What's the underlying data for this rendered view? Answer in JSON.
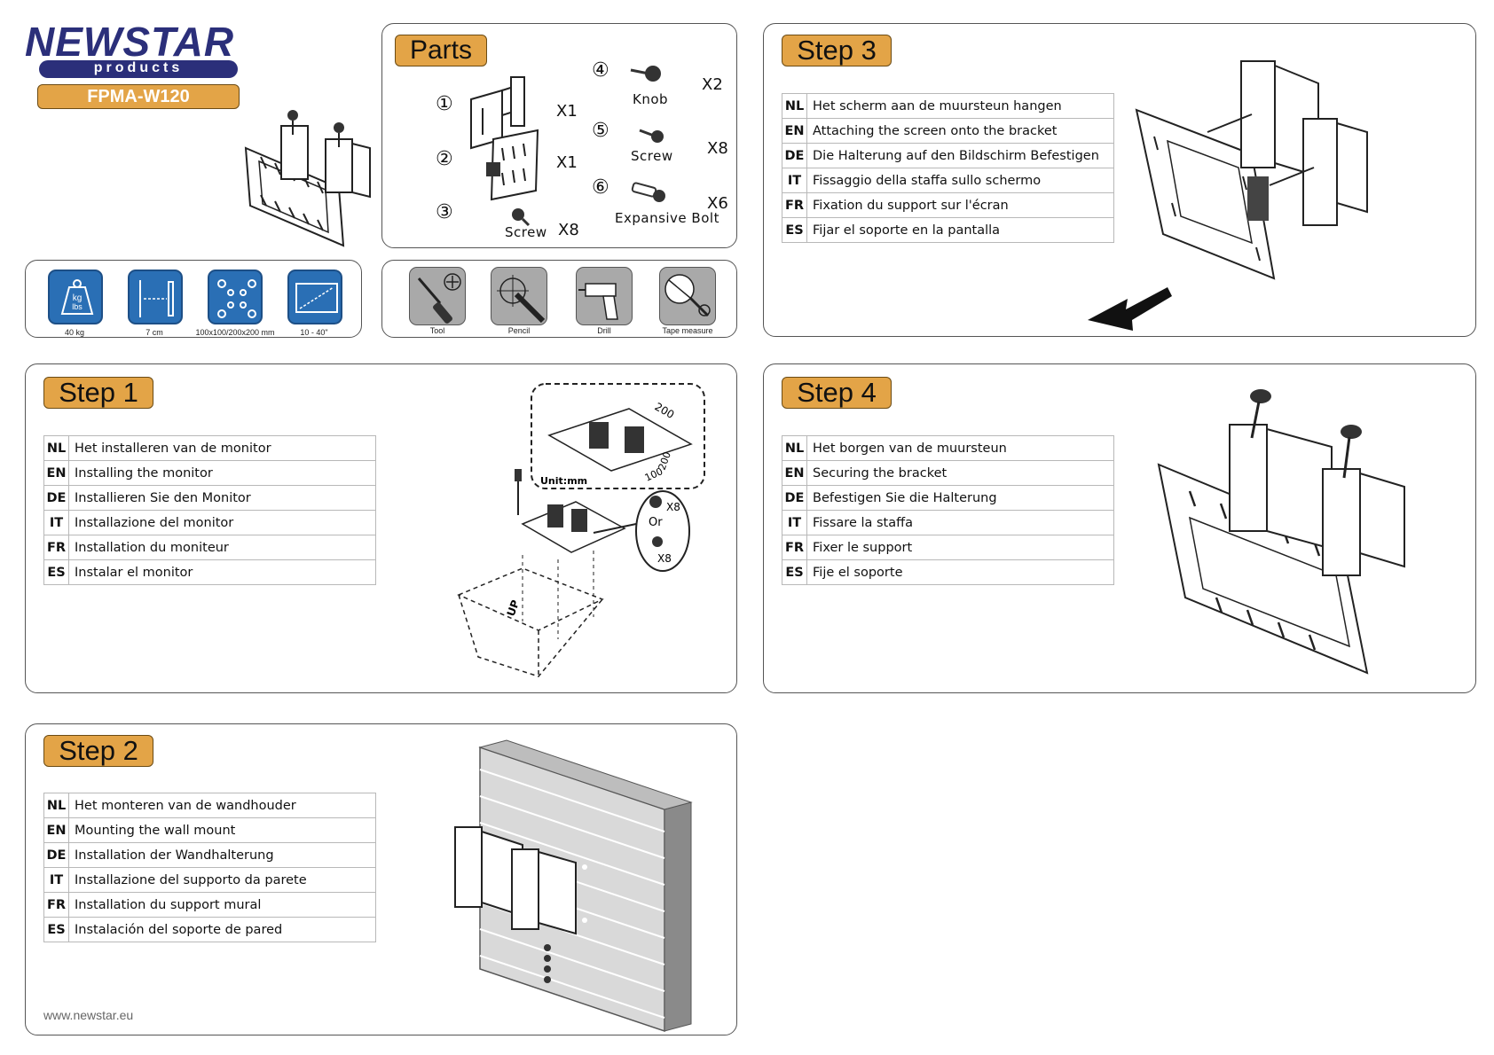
{
  "brand": {
    "name_top": "NEWSTAR",
    "name_sub": "products",
    "model": "FPMA-W120",
    "website": "www.newstar.eu"
  },
  "specs": [
    {
      "icon": "weight-icon",
      "glyph": "kg\nlbs",
      "label": "40 kg"
    },
    {
      "icon": "wall-distance-icon",
      "label": "7 cm"
    },
    {
      "icon": "vesa-pattern-icon",
      "label": "100x100/200x200 mm"
    },
    {
      "icon": "screen-size-icon",
      "label": "10 - 40\""
    }
  ],
  "tools": [
    {
      "icon": "screwdriver-icon",
      "label": "Tool"
    },
    {
      "icon": "pencil-icon",
      "label": "Pencil"
    },
    {
      "icon": "drill-icon",
      "label": "Drill"
    },
    {
      "icon": "tape-measure-icon",
      "label": "Tape measure"
    }
  ],
  "parts": {
    "title": "Parts",
    "items": [
      {
        "num": "①",
        "name": "",
        "qty": "X1"
      },
      {
        "num": "②",
        "name": "",
        "qty": "X1"
      },
      {
        "num": "③",
        "name": "Screw",
        "qty": "X8"
      },
      {
        "num": "④",
        "name": "Knob",
        "qty": "X2"
      },
      {
        "num": "⑤",
        "name": "Screw",
        "qty": "X8"
      },
      {
        "num": "⑥",
        "name": "Expansive Bolt",
        "qty": "X6"
      }
    ]
  },
  "steps": {
    "step1": {
      "title": "Step 1",
      "rows": [
        {
          "code": "NL",
          "text": "Het installeren van de monitor"
        },
        {
          "code": "EN",
          "text": "Installing the monitor"
        },
        {
          "code": "DE",
          "text": "Installieren Sie den Monitor"
        },
        {
          "code": "IT",
          "text": "Installazione del monitor"
        },
        {
          "code": "FR",
          "text": "Installation du moniteur"
        },
        {
          "code": "ES",
          "text": "Instalar el monitor"
        }
      ],
      "diagram": {
        "dim_a": "200",
        "dim_b": "100",
        "dim_c": "200",
        "unit": "Unit:mm",
        "or": "Or",
        "qty_a": "X8",
        "qty_b": "X8",
        "up": "UP"
      }
    },
    "step2": {
      "title": "Step 2",
      "rows": [
        {
          "code": "NL",
          "text": "Het monteren van de wandhouder"
        },
        {
          "code": "EN",
          "text": "Mounting the wall mount"
        },
        {
          "code": "DE",
          "text": "Installation der Wandhalterung"
        },
        {
          "code": "IT",
          "text": "Installazione del supporto da parete"
        },
        {
          "code": "FR",
          "text": "Installation du support mural"
        },
        {
          "code": "ES",
          "text": "Instalación del soporte de pared"
        }
      ]
    },
    "step3": {
      "title": "Step 3",
      "rows": [
        {
          "code": "NL",
          "text": "Het scherm aan de muursteun hangen"
        },
        {
          "code": "EN",
          "text": "Attaching the screen onto the bracket"
        },
        {
          "code": "DE",
          "text": "Die Halterung auf den Bildschirm Befestigen"
        },
        {
          "code": "IT",
          "text": "Fissaggio della staffa sullo schermo"
        },
        {
          "code": "FR",
          "text": "Fixation du support sur l'écran"
        },
        {
          "code": "ES",
          "text": "Fijar el soporte en la pantalla"
        }
      ]
    },
    "step4": {
      "title": "Step 4",
      "rows": [
        {
          "code": "NL",
          "text": "Het borgen van de muursteun"
        },
        {
          "code": "EN",
          "text": "Securing the bracket"
        },
        {
          "code": "DE",
          "text": "Befestigen Sie die Halterung"
        },
        {
          "code": "IT",
          "text": "Fissare la staffa"
        },
        {
          "code": "FR",
          "text": "Fixer le support"
        },
        {
          "code": "ES",
          "text": "Fije el soporte"
        }
      ]
    }
  },
  "colors": {
    "badge": "#e3a447",
    "brand_blue": "#2b2f7a",
    "icon_blue": "#2a6fb5",
    "tool_gray": "#a9a9a9"
  }
}
